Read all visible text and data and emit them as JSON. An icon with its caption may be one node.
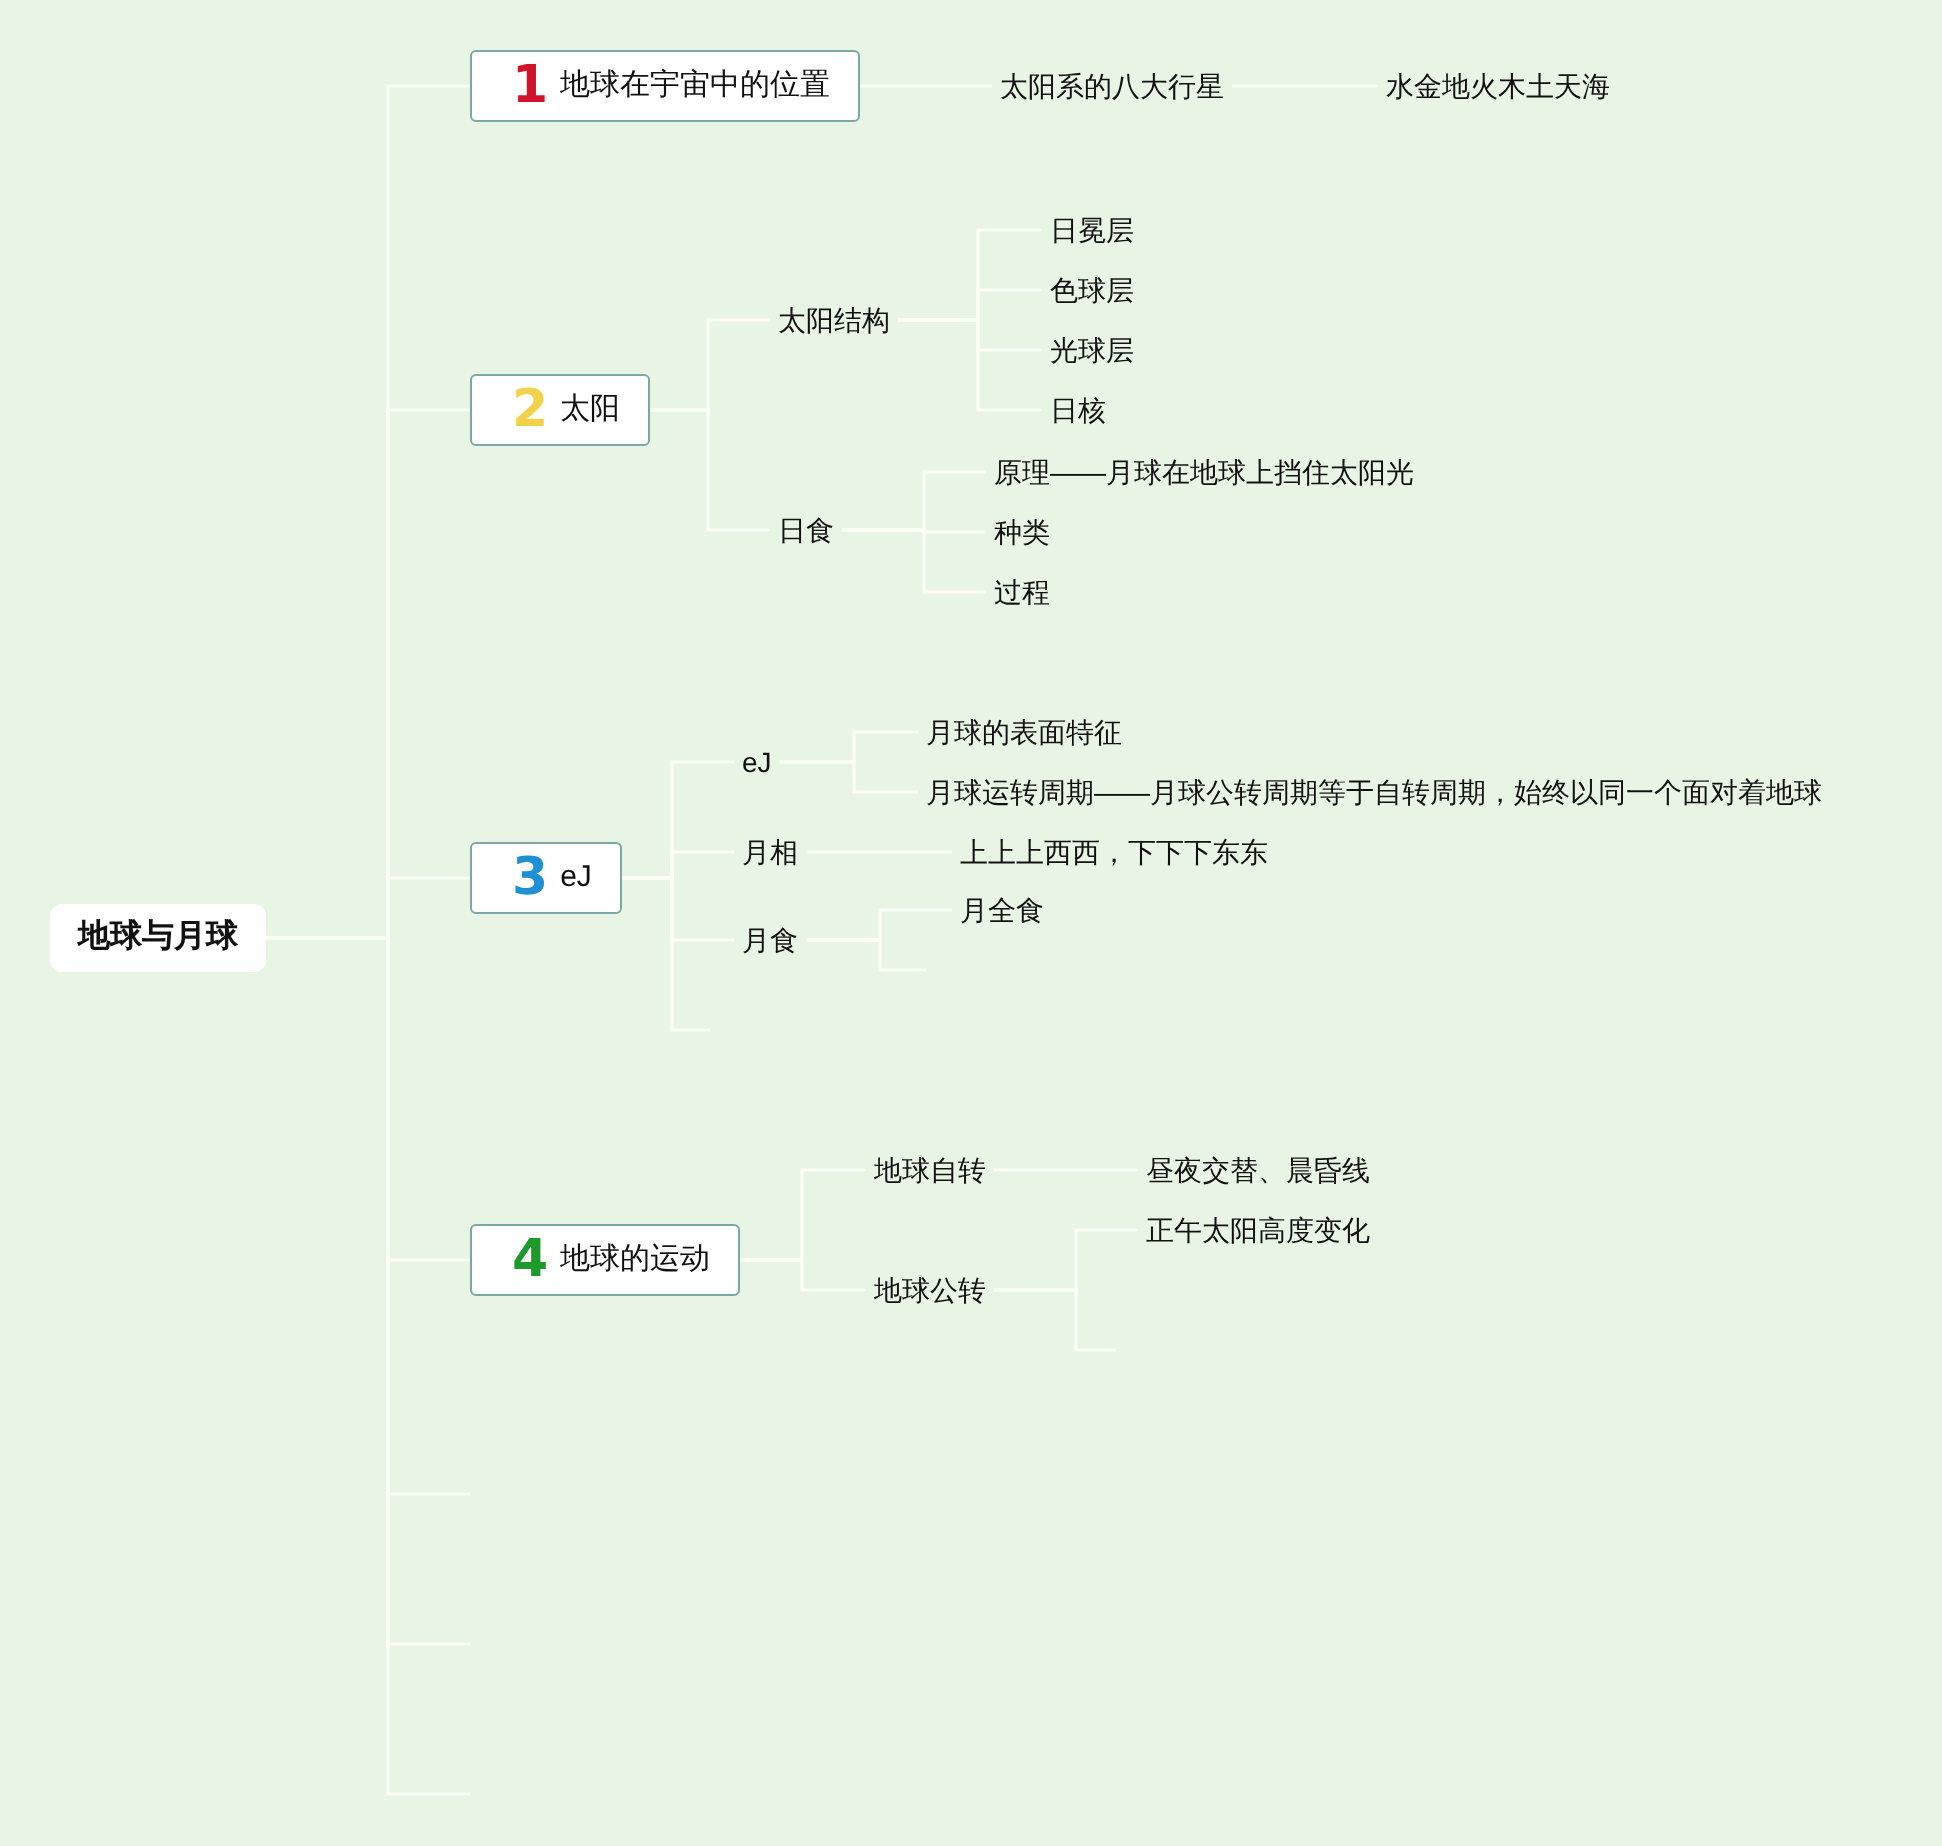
{
  "diagram": {
    "nodes": [
      {
        "text": [
          "地球与月球"
        ]
      },
      {
        "text": [
          "1",
          "地球在宇宙中的位置"
        ]
      },
      {
        "text": [
          "太阳系的八大行星"
        ]
      },
      {
        "text": [
          "水金地火木土天海"
        ]
      },
      {
        "text": [
          "2",
          "太阳"
        ]
      },
      {
        "text": [
          "太阳结构"
        ]
      },
      {
        "text": [
          "日冕层"
        ]
      },
      {
        "text": [
          "色球层"
        ]
      },
      {
        "text": [
          "光球层"
        ]
      },
      {
        "text": [
          "日核"
        ]
      },
      {
        "text": [
          "日食"
        ]
      },
      {
        "text": [
          "原理——月球在地球上挡住太阳光"
        ]
      },
      {
        "text": [
          "种类"
        ]
      },
      {
        "text": [
          "过程"
        ]
      },
      {
        "text": [
          "3",
          "eJ"
        ]
      },
      {
        "text": [
          "eJ"
        ]
      },
      {
        "text": [
          "月球的表面特征"
        ]
      },
      {
        "text": [
          "月球运转周期——月球公转周期等于自转周期，始终以同一个面对着地球"
        ]
      },
      {
        "text": [
          "月相"
        ]
      },
      {
        "text": [
          "上上上西西，下下下东东"
        ]
      },
      {
        "text": [
          "月食"
        ]
      },
      {
        "text": [
          "月全食"
        ]
      },
      {
        "text": [
          "4",
          "地球的运动"
        ]
      },
      {
        "text": [
          "地球自转"
        ]
      },
      {
        "text": [
          "昼夜交替、晨昏线"
        ]
      },
      {
        "text": [
          "地球公转"
        ]
      },
      {
        "text": [
          "正午太阳高度变化"
        ]
      }
    ],
    "edges": [
      {
        "from": 0,
        "to": 1,
        "arrow": "none"
      },
      {
        "from": 0,
        "to": 4,
        "arrow": "none"
      },
      {
        "from": 0,
        "to": 14,
        "arrow": "none"
      },
      {
        "from": 0,
        "to": 22,
        "arrow": "none"
      },
      {
        "from": 0,
        "to": null,
        "arrow": "none"
      },
      {
        "from": 0,
        "to": null,
        "arrow": "none"
      },
      {
        "from": 0,
        "to": null,
        "arrow": "none"
      },
      {
        "from": 1,
        "to": 2,
        "arrow": "none"
      },
      {
        "from": 2,
        "to": 3,
        "arrow": "none"
      },
      {
        "from": 4,
        "to": 5,
        "arrow": "none"
      },
      {
        "from": 4,
        "to": 10,
        "arrow": "none"
      },
      {
        "from": 5,
        "to": 6,
        "arrow": "none"
      },
      {
        "from": 5,
        "to": 7,
        "arrow": "none"
      },
      {
        "from": 5,
        "to": 8,
        "arrow": "none"
      },
      {
        "from": 5,
        "to": 9,
        "arrow": "none"
      },
      {
        "from": 10,
        "to": 11,
        "arrow": "none"
      },
      {
        "from": 10,
        "to": 12,
        "arrow": "none"
      },
      {
        "from": 10,
        "to": 13,
        "arrow": "none"
      },
      {
        "from": 14,
        "to": 15,
        "arrow": "none"
      },
      {
        "from": 14,
        "to": 18,
        "arrow": "none"
      },
      {
        "from": 14,
        "to": 20,
        "arrow": "none"
      },
      {
        "from": 14,
        "to": null,
        "arrow": "none"
      },
      {
        "from": 15,
        "to": 16,
        "arrow": "none"
      },
      {
        "from": 15,
        "to": 17,
        "arrow": "none"
      },
      {
        "from": 18,
        "to": 19,
        "arrow": "none"
      },
      {
        "from": 20,
        "to": 21,
        "arrow": "none"
      },
      {
        "from": 20,
        "to": null,
        "arrow": "none"
      },
      {
        "from": 22,
        "to": 23,
        "arrow": "none"
      },
      {
        "from": 22,
        "to": 25,
        "arrow": "none"
      },
      {
        "from": 23,
        "to": 24,
        "arrow": "none"
      },
      {
        "from": 25,
        "to": 26,
        "arrow": "none"
      },
      {
        "from": 25,
        "to": null,
        "arrow": "none"
      }
    ]
  }
}
